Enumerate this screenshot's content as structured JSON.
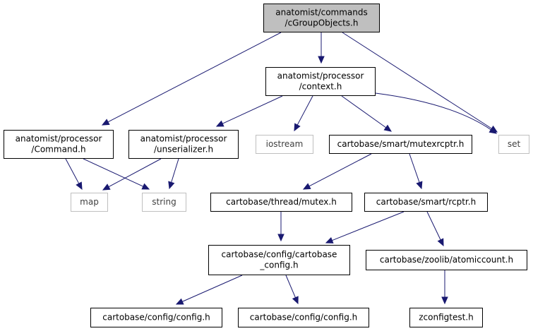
{
  "diagram": {
    "type": "include-dependency-graph",
    "colors": {
      "edge": "#191970",
      "root_fill": "#bfbfbf",
      "node_border": "#000000",
      "external_border": "#bfbfbf",
      "external_text": "#404040",
      "text": "#000000"
    },
    "nodes": [
      {
        "id": "root",
        "lines": [
          "anatomist/commands",
          "/cGroupObjects.h"
        ],
        "style": "root"
      },
      {
        "id": "context",
        "lines": [
          "anatomist/processor",
          "/context.h"
        ],
        "style": "normal"
      },
      {
        "id": "command",
        "lines": [
          "anatomist/processor",
          "/Command.h"
        ],
        "style": "normal"
      },
      {
        "id": "unserializer",
        "lines": [
          "anatomist/processor",
          "/unserializer.h"
        ],
        "style": "normal"
      },
      {
        "id": "iostream",
        "lines": [
          "iostream"
        ],
        "style": "external"
      },
      {
        "id": "mutexrcptr",
        "lines": [
          "cartobase/smart/mutexrcptr.h"
        ],
        "style": "normal"
      },
      {
        "id": "set",
        "lines": [
          "set"
        ],
        "style": "external"
      },
      {
        "id": "map",
        "lines": [
          "map"
        ],
        "style": "external"
      },
      {
        "id": "string",
        "lines": [
          "string"
        ],
        "style": "external"
      },
      {
        "id": "mutex",
        "lines": [
          "cartobase/thread/mutex.h"
        ],
        "style": "normal"
      },
      {
        "id": "rcptr",
        "lines": [
          "cartobase/smart/rcptr.h"
        ],
        "style": "normal"
      },
      {
        "id": "cartobase_config",
        "lines": [
          "cartobase/config/cartobase",
          "_config.h"
        ],
        "style": "normal"
      },
      {
        "id": "atomiccount",
        "lines": [
          "cartobase/zoolib/atomiccount.h"
        ],
        "style": "normal"
      },
      {
        "id": "config1",
        "lines": [
          "cartobase/config/config.h"
        ],
        "style": "normal"
      },
      {
        "id": "config2",
        "lines": [
          "cartobase/config/config.h"
        ],
        "style": "normal"
      },
      {
        "id": "zconfigtest",
        "lines": [
          "zconfigtest.h"
        ],
        "style": "normal"
      }
    ],
    "edges": [
      {
        "from": "root",
        "to": "command"
      },
      {
        "from": "root",
        "to": "context"
      },
      {
        "from": "root",
        "to": "set"
      },
      {
        "from": "context",
        "to": "unserializer"
      },
      {
        "from": "context",
        "to": "iostream"
      },
      {
        "from": "context",
        "to": "mutexrcptr"
      },
      {
        "from": "context",
        "to": "set"
      },
      {
        "from": "command",
        "to": "map"
      },
      {
        "from": "command",
        "to": "string"
      },
      {
        "from": "unserializer",
        "to": "map"
      },
      {
        "from": "unserializer",
        "to": "string"
      },
      {
        "from": "mutexrcptr",
        "to": "mutex"
      },
      {
        "from": "mutexrcptr",
        "to": "rcptr"
      },
      {
        "from": "mutex",
        "to": "cartobase_config"
      },
      {
        "from": "rcptr",
        "to": "cartobase_config"
      },
      {
        "from": "rcptr",
        "to": "atomiccount"
      },
      {
        "from": "cartobase_config",
        "to": "config1"
      },
      {
        "from": "cartobase_config",
        "to": "config2"
      },
      {
        "from": "atomiccount",
        "to": "zconfigtest"
      }
    ]
  }
}
